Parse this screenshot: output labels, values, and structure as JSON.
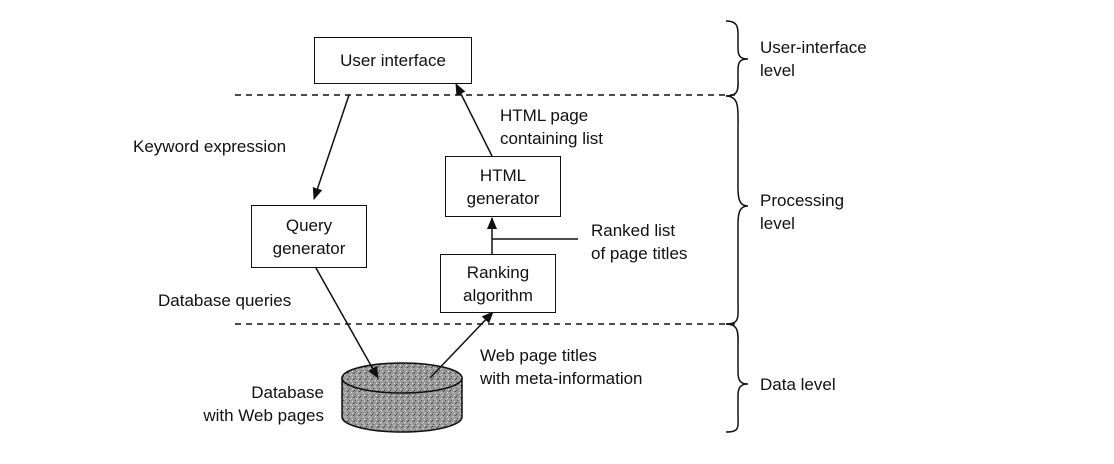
{
  "boxes": {
    "user_interface": "User interface",
    "query_generator": "Query\ngenerator",
    "html_generator": "HTML\ngenerator",
    "ranking_algorithm": "Ranking\nalgorithm"
  },
  "database": {
    "label": "Database\nwith Web pages"
  },
  "flows": {
    "keyword_expression": "Keyword expression",
    "html_page": "HTML page\ncontaining list",
    "ranked_list": "Ranked list\nof page titles",
    "database_queries": "Database queries",
    "web_page_titles": "Web page titles\nwith meta-information"
  },
  "levels": {
    "user_interface_level": "User-interface\nlevel",
    "processing_level": "Processing\nlevel",
    "data_level": "Data level"
  }
}
